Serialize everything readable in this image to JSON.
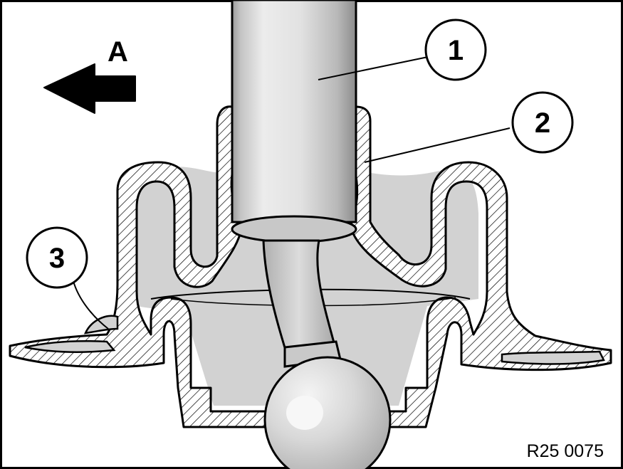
{
  "diagram": {
    "callouts": [
      {
        "id": "1",
        "label": "1"
      },
      {
        "id": "2",
        "label": "2"
      },
      {
        "id": "3",
        "label": "3"
      }
    ],
    "direction_arrow": {
      "label": "A",
      "icon": "arrow-left-icon"
    },
    "reference_code": "R25 0075"
  },
  "colors": {
    "background": "#ffffff",
    "outline": "#000000",
    "fill_gray": "#d2d2d2",
    "fill_light": "#e6e6e6"
  }
}
